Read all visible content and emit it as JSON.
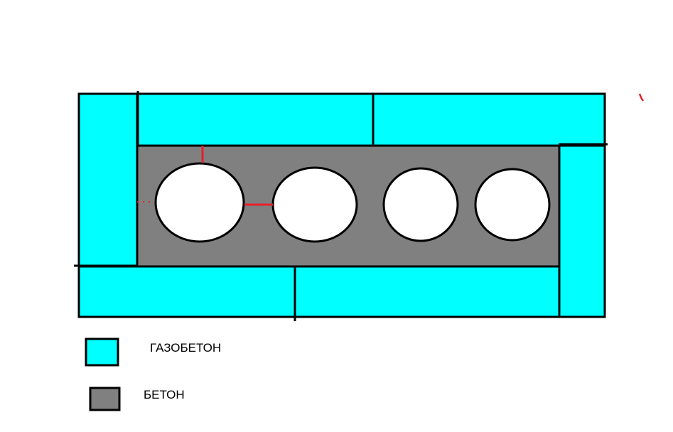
{
  "colors": {
    "aerated_concrete": "#00ffff",
    "concrete": "#808080",
    "outline": "#000000",
    "marker": "#e8202a",
    "hole": "#ffffff"
  },
  "legend": [
    {
      "swatch_color": "#00ffff",
      "label": "ГАЗОБЕТОН"
    },
    {
      "swatch_color": "#808080",
      "label": "БЕТОН"
    }
  ],
  "structure": {
    "aerated_block_count": 6,
    "core_hole_count": 4
  }
}
